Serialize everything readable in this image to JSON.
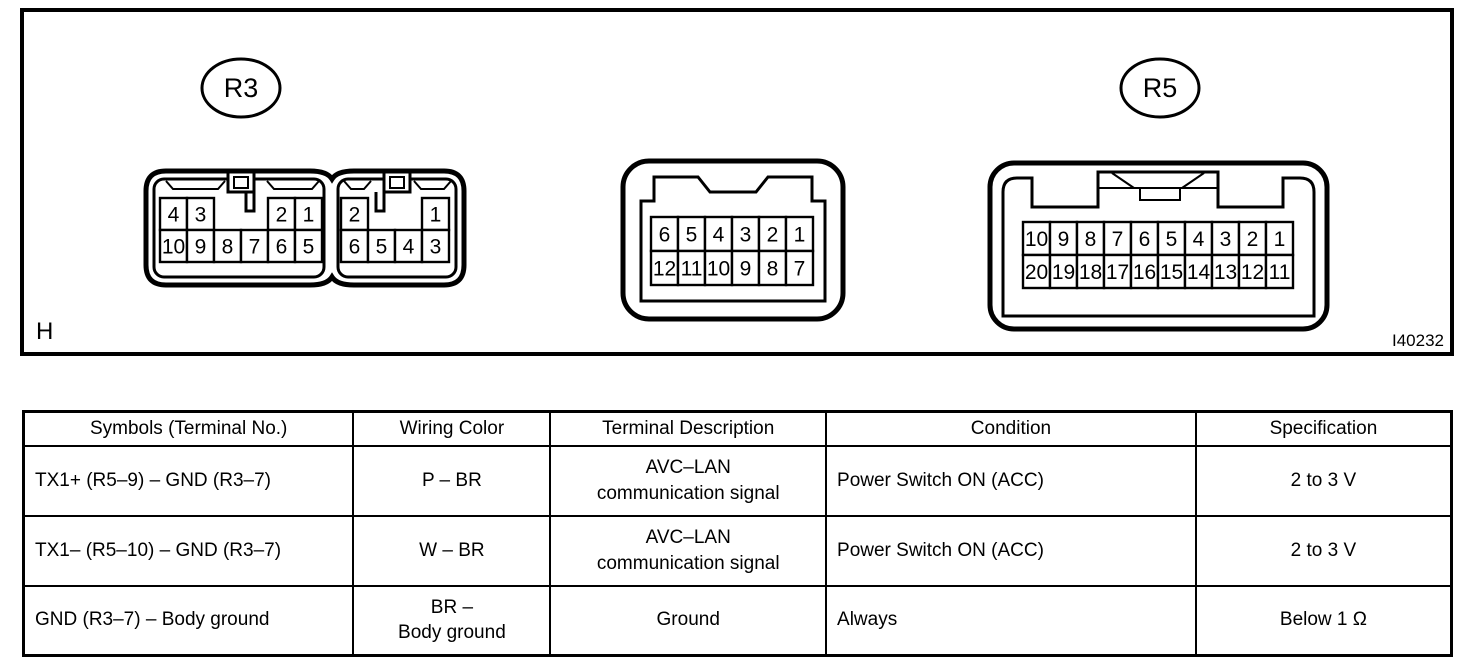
{
  "colors": {
    "ink": "#000000",
    "paper": "#ffffff"
  },
  "figure": {
    "panel_code": "H",
    "figure_id": "I40232",
    "connectors": {
      "r3": {
        "label": "R3",
        "sections": [
          {
            "name": "left-block",
            "cols": 6,
            "top_cells": [
              {
                "col": 0,
                "n": "4"
              },
              {
                "col": 1,
                "n": "3"
              },
              {
                "col": 4,
                "n": "2"
              },
              {
                "col": 5,
                "n": "1"
              }
            ],
            "bottom_cells": [
              "10",
              "9",
              "8",
              "7",
              "6",
              "5"
            ]
          },
          {
            "name": "right-block",
            "cols": 4,
            "top_cells": [
              {
                "col": 0,
                "n": "2"
              },
              {
                "col": 3,
                "n": "1"
              }
            ],
            "bottom_cells": [
              "6",
              "5",
              "4",
              "3"
            ]
          }
        ]
      },
      "middle": {
        "label": "",
        "rows": [
          [
            "6",
            "5",
            "4",
            "3",
            "2",
            "1"
          ],
          [
            "12",
            "11",
            "10",
            "9",
            "8",
            "7"
          ]
        ]
      },
      "r5": {
        "label": "R5",
        "rows": [
          [
            "10",
            "9",
            "8",
            "7",
            "6",
            "5",
            "4",
            "3",
            "2",
            "1"
          ],
          [
            "20",
            "19",
            "18",
            "17",
            "16",
            "15",
            "14",
            "13",
            "12",
            "11"
          ]
        ]
      }
    }
  },
  "table": {
    "headers": [
      "Symbols (Terminal No.)",
      "Wiring Color",
      "Terminal Description",
      "Condition",
      "Specification"
    ],
    "rows": [
      [
        "TX1+ (R5–9) – GND (R3–7)",
        "P – BR",
        [
          "AVC–LAN",
          "communication signal"
        ],
        "Power Switch ON (ACC)",
        "2 to 3 V"
      ],
      [
        "TX1– (R5–10) – GND (R3–7)",
        "W – BR",
        [
          "AVC–LAN",
          "communication signal"
        ],
        "Power Switch ON (ACC)",
        "2 to 3 V"
      ],
      [
        "GND (R3–7) – Body ground",
        [
          "BR –",
          "Body ground"
        ],
        "Ground",
        "Always",
        "Below 1 Ω"
      ]
    ]
  }
}
